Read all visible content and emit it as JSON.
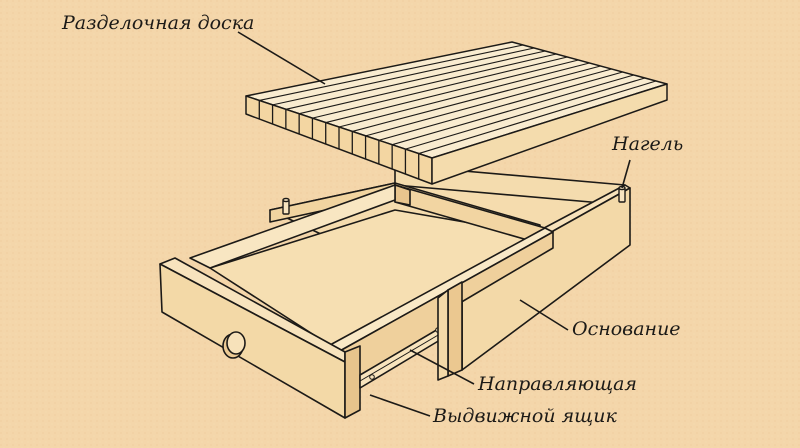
{
  "labels": {
    "board": "Разделочная доска",
    "dowel": "Нагель",
    "base": "Основание",
    "rail": "Направляющая",
    "drawer": "Выдвижной ящик"
  },
  "colors": {
    "background": "#f4d6aa",
    "wood_light": "#f9e8c4",
    "wood_mid": "#f2d9a6",
    "wood_shade": "#e6c38a",
    "line": "#1c1a17"
  }
}
